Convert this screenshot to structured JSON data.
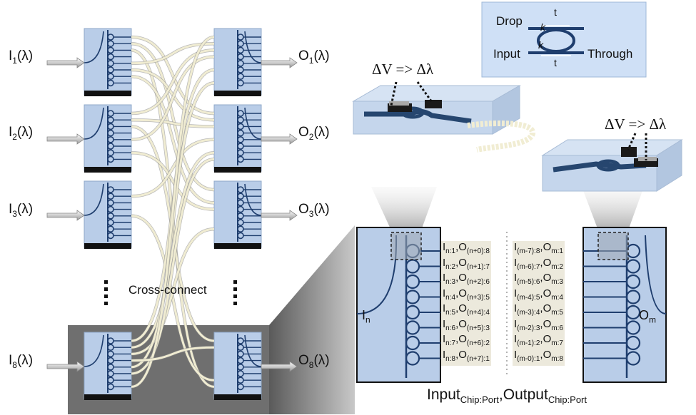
{
  "inputs": [
    {
      "base": "I",
      "sub": "1",
      "arg": "(λ)"
    },
    {
      "base": "I",
      "sub": "2",
      "arg": "(λ)"
    },
    {
      "base": "I",
      "sub": "3",
      "arg": "(λ)"
    },
    {
      "base": "I",
      "sub": "8",
      "arg": "(λ)"
    }
  ],
  "outputs": [
    {
      "base": "O",
      "sub": "1",
      "arg": "(λ)"
    },
    {
      "base": "O",
      "sub": "2",
      "arg": "(λ)"
    },
    {
      "base": "O",
      "sub": "3",
      "arg": "(λ)"
    },
    {
      "base": "O",
      "sub": "8",
      "arg": "(λ)"
    }
  ],
  "cross_connect": "Cross-connect",
  "ring_inset": {
    "drop": "Drop",
    "input": "Input",
    "through": "Through",
    "t_top": "t",
    "t_bottom": "t",
    "k_top": "k",
    "k_bottom": "k"
  },
  "tuning": {
    "left": "ΔV => Δλ",
    "right": "ΔV => Δλ"
  },
  "left_chip_label": {
    "base": "I",
    "sub": "n"
  },
  "right_chip_label": {
    "base": "O",
    "sub": "m"
  },
  "left_ports": [
    {
      "a": "I",
      "a_sub": "n:1",
      "b": "O",
      "b_sub": "(n+0):8"
    },
    {
      "a": "I",
      "a_sub": "n:2",
      "b": "O",
      "b_sub": "(n+1):7"
    },
    {
      "a": "I",
      "a_sub": "n:3",
      "b": "O",
      "b_sub": "(n+2):6"
    },
    {
      "a": "I",
      "a_sub": "n:4",
      "b": "O",
      "b_sub": "(n+3):5"
    },
    {
      "a": "I",
      "a_sub": "n:5",
      "b": "O",
      "b_sub": "(n+4):4"
    },
    {
      "a": "I",
      "a_sub": "n:6",
      "b": "O",
      "b_sub": "(n+5):3"
    },
    {
      "a": "I",
      "a_sub": "n:7",
      "b": "O",
      "b_sub": "(n+6):2"
    },
    {
      "a": "I",
      "a_sub": "n:8",
      "b": "O",
      "b_sub": "(n+7):1"
    }
  ],
  "right_ports": [
    {
      "a": "I",
      "a_sub": "(m-7):8",
      "b": "O",
      "b_sub": "m:1"
    },
    {
      "a": "I",
      "a_sub": "(m-6):7",
      "b": "O",
      "b_sub": "m:2"
    },
    {
      "a": "I",
      "a_sub": "(m-5):6",
      "b": "O",
      "b_sub": "m:3"
    },
    {
      "a": "I",
      "a_sub": "(m-4):5",
      "b": "O",
      "b_sub": "m:4"
    },
    {
      "a": "I",
      "a_sub": "(m-3):4",
      "b": "O",
      "b_sub": "m:5"
    },
    {
      "a": "I",
      "a_sub": "(m-2):3",
      "b": "O",
      "b_sub": "m:6"
    },
    {
      "a": "I",
      "a_sub": "(m-1):2",
      "b": "O",
      "b_sub": "m:7"
    },
    {
      "a": "I",
      "a_sub": "(m-0):1",
      "b": "O",
      "b_sub": "m:8"
    }
  ],
  "caption": {
    "a": "Input",
    "a_sub": "Chip:Port",
    "sep": ",",
    "b": "Output",
    "b_sub": "Chip:Port"
  },
  "colors": {
    "chip": "#b9cde8",
    "waveguide": "#1f3e6e",
    "fiber": "#f0ecd2",
    "shade": "#6b6b6b"
  }
}
